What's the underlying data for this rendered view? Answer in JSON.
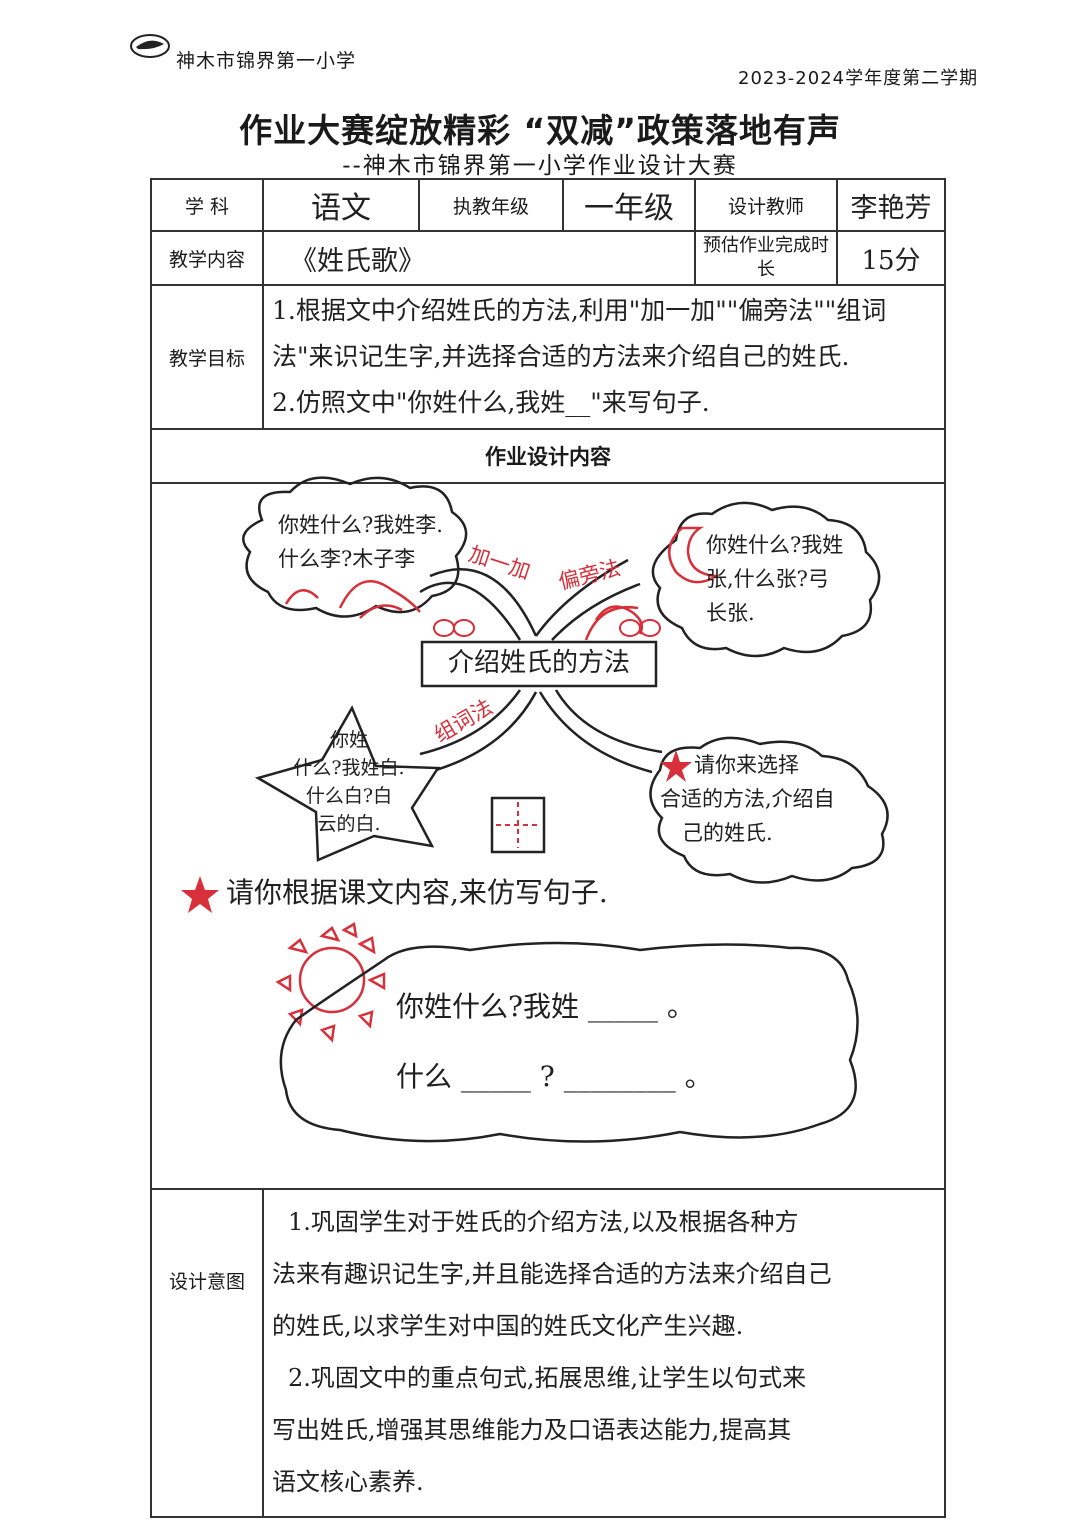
{
  "header": {
    "school": "神木市锦界第一小学",
    "term": "2023-2024学年度第二学期",
    "title": "作业大赛绽放精彩 “双减”政策落地有声",
    "subtitle": "--神木市锦界第一小学作业设计大赛"
  },
  "form": {
    "subject_label": "学 科",
    "subject_value": "语文",
    "grade_label": "执教年级",
    "grade_value": "一年级",
    "teacher_label": "设计教师",
    "teacher_value": "李艳芳",
    "content_label": "教学内容",
    "content_value": "《姓氏歌》",
    "time_label": "预估作业完成时长",
    "time_value": "15分",
    "goal_label": "教学目标",
    "goal_lines": [
      "1.根据文中介绍姓氏的方法,利用\"加一加\"\"偏旁法\"\"组词",
      "法\"来识记生字,并选择合适的方法来介绍自己的姓氏.",
      "2.仿照文中\"你姓什么,我姓__\"来写句子."
    ],
    "design_header": "作业设计内容",
    "intent_label": "设计意图",
    "intent_lines": [
      "1.巩固学生对于姓氏的介绍方法,以及根据各种方",
      "法来有趣识记生字,并且能选择合适的方法来介绍自己",
      "的姓氏,以求学生对中国的姓氏文化产生兴趣.",
      "2.巩固文中的重点句式,拓展思维,让学生以句式来",
      "写出姓氏,增强其思维能力及口语表达能力,提高其",
      "语文核心素养."
    ]
  },
  "mindmap": {
    "center": "介绍姓氏的方法",
    "method_add": "加一加",
    "method_radical": "偏旁法",
    "method_word": "组词法",
    "cloud_tl": [
      "你姓什么?我姓李.",
      "什么李?木子李"
    ],
    "cloud_tr": [
      "你姓什么?我姓",
      "张,什么张?弓",
      "长张."
    ],
    "star_bl": [
      "你姓",
      "什么?我姓白.",
      "什么白?白",
      "云的白."
    ],
    "cloud_br": [
      "请你来选择",
      "合适的方法,介绍自",
      "己的姓氏."
    ]
  },
  "exercise": {
    "instruction": "请你根据课文内容,来仿写句子.",
    "line1": "你姓什么?我姓 _____ 。",
    "line2": "什么 _____ ? ________ 。"
  },
  "colors": {
    "accent_red": "#d8303a",
    "ink": "#202020"
  }
}
